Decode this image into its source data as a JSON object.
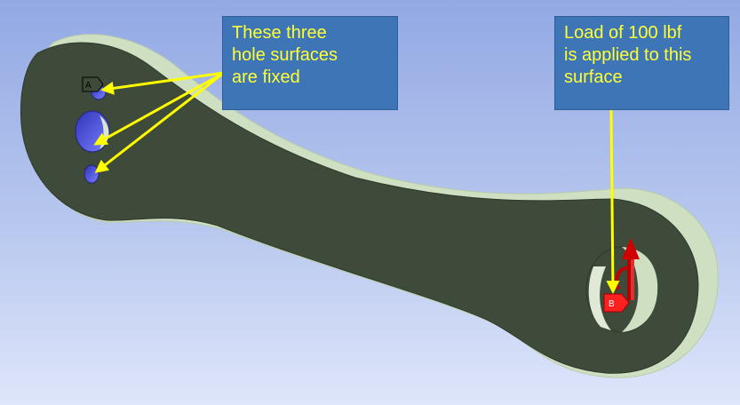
{
  "callouts": {
    "fixed_text": "These three\nhole surfaces\nare fixed",
    "load_text": "Load of 100 lbf\nis applied to this\nsurface"
  },
  "markers": {
    "fixed_support_label": "A",
    "force_label": "B"
  },
  "colors": {
    "part_face": "#3f4b3a",
    "part_side": "#cfe0c2",
    "hole_highlight": "#5a5ee0",
    "callout_background": "#3d75b7",
    "callout_text": "#ffff33",
    "arrow_color": "#ffff00",
    "force_marker": "#ff2020"
  }
}
